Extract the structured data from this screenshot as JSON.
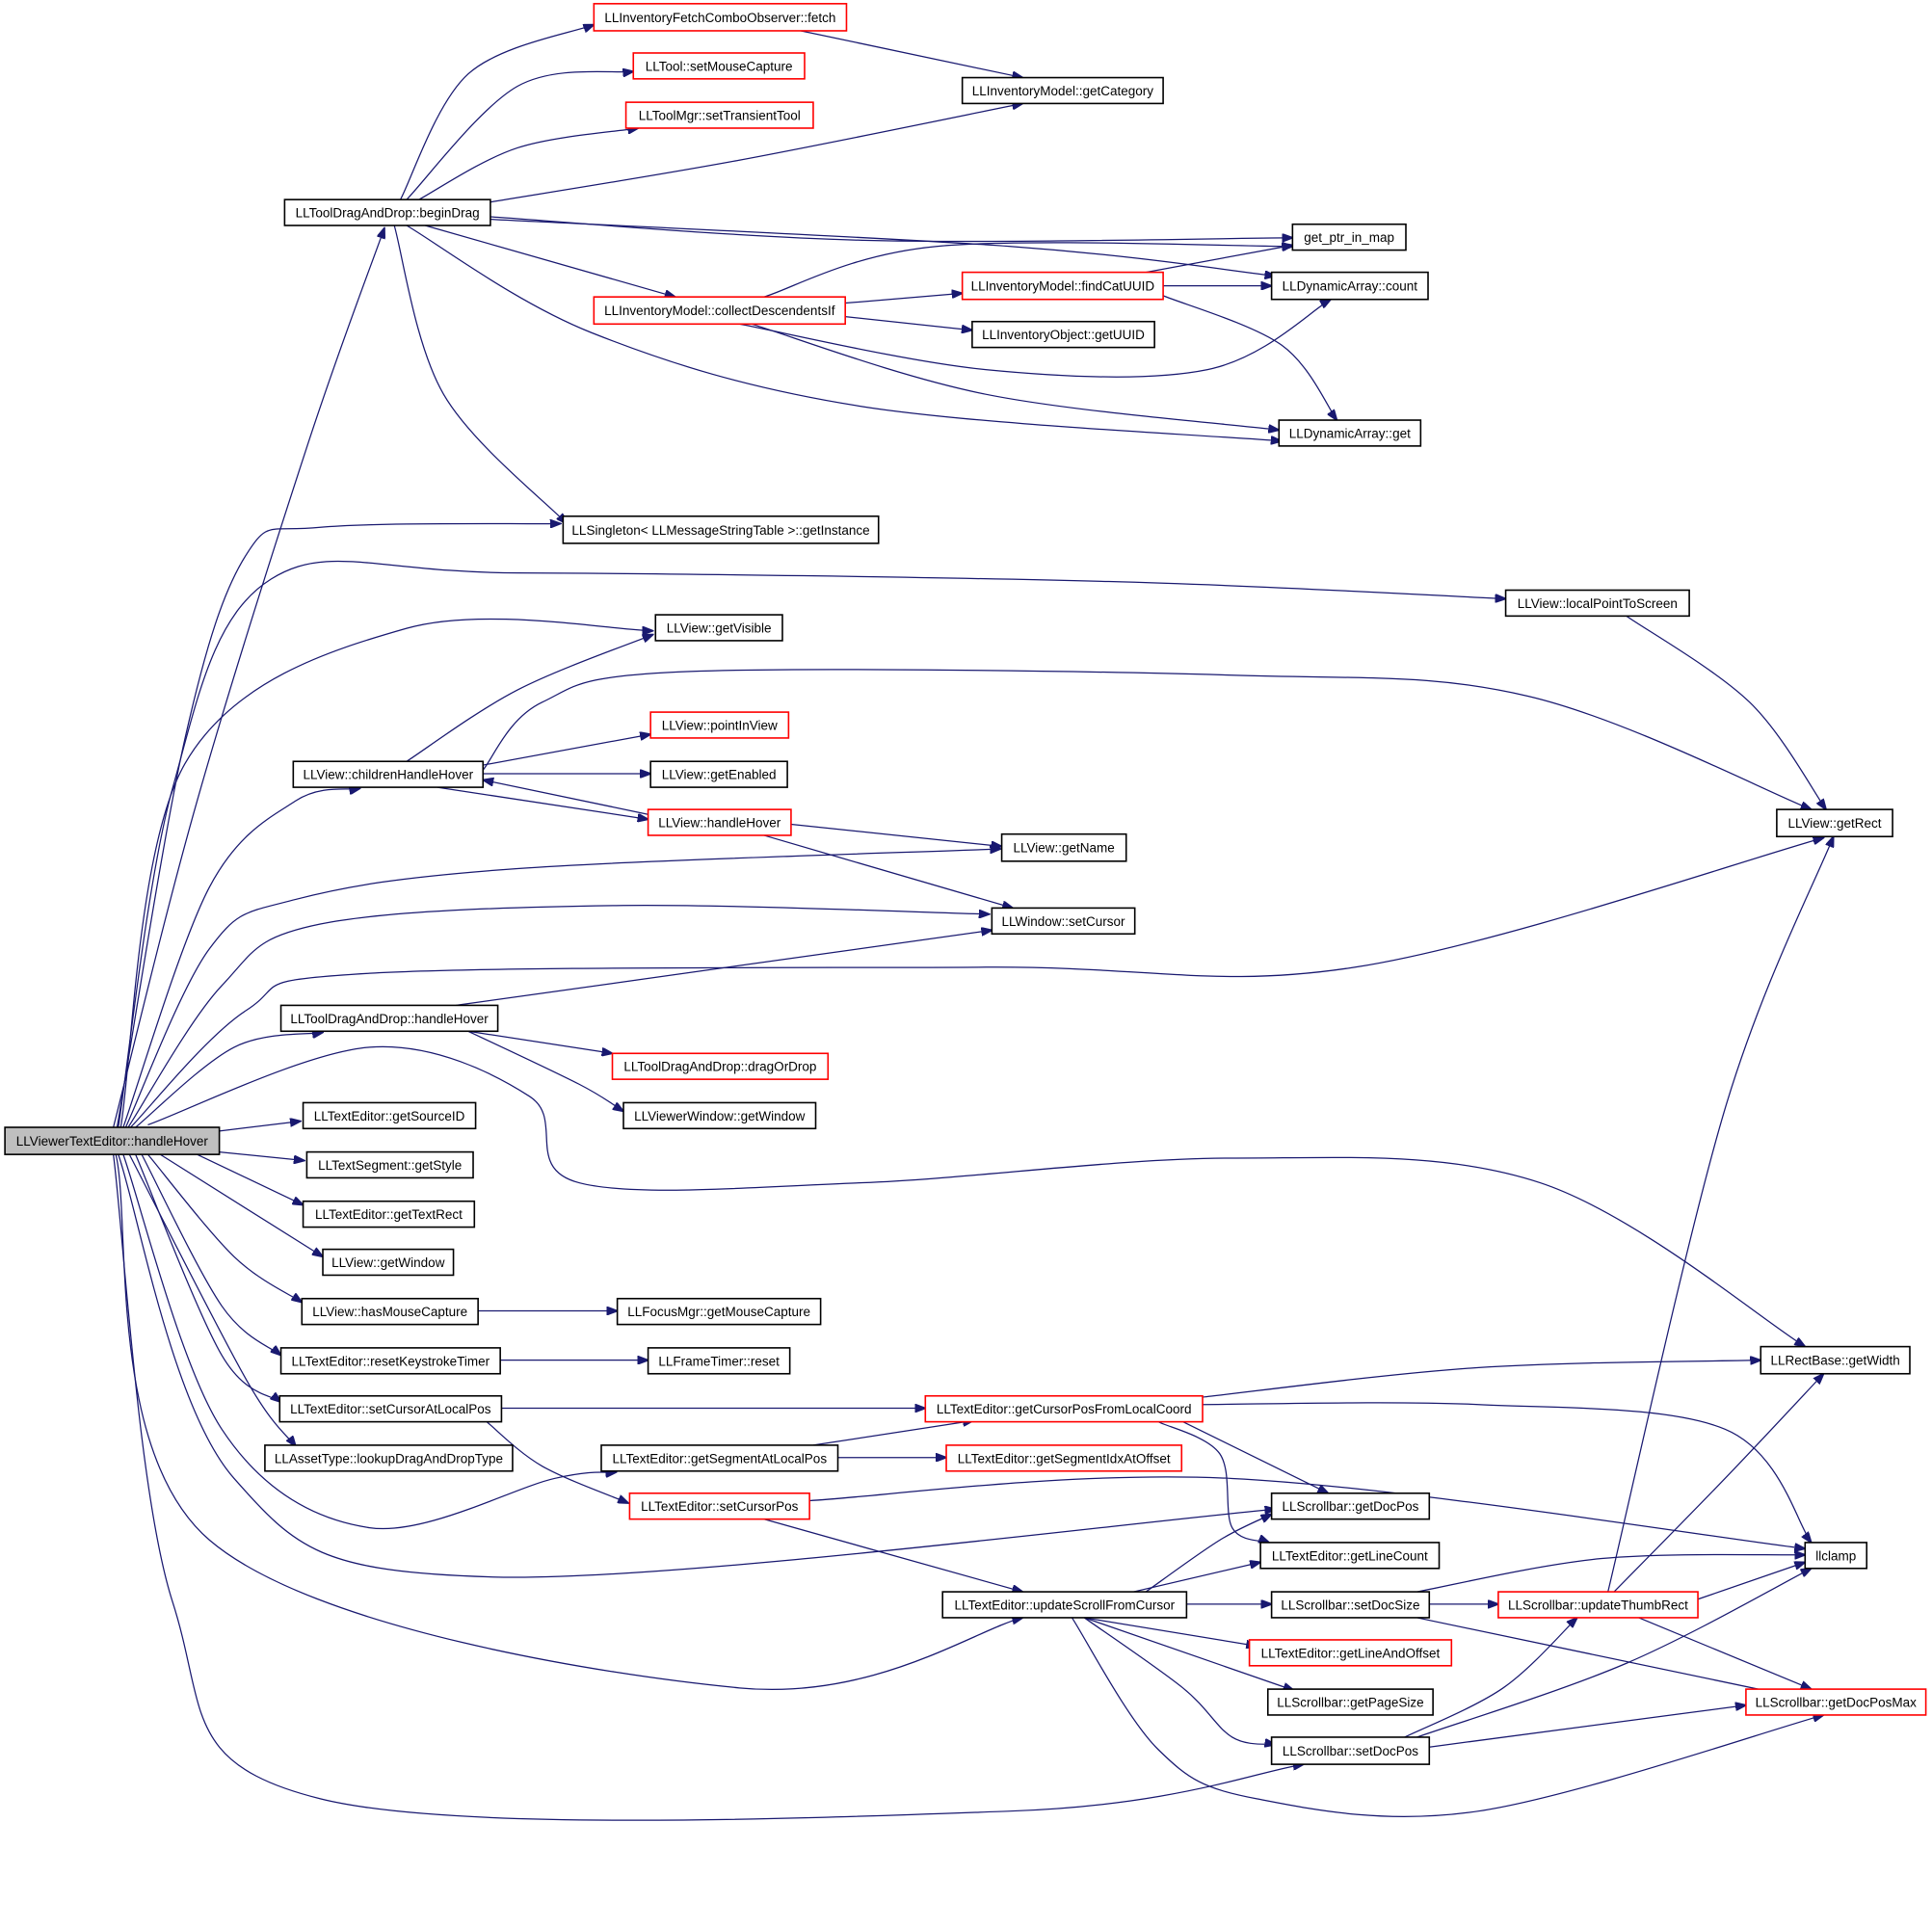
{
  "colors": {
    "edge": "#191970",
    "node_border": "#000000",
    "node_border_truncated": "#ff0000",
    "root_fill": "#bfbfbf",
    "node_fill": "#ffffff"
  },
  "nodes": {
    "root": {
      "label": "LLViewerTextEditor::handleHover",
      "style": "root"
    },
    "beginDrag": {
      "label": "LLToolDragAndDrop::beginDrag",
      "style": "normal"
    },
    "fetch": {
      "label": "LLInventoryFetchComboObserver::fetch",
      "style": "truncated"
    },
    "setMouseCapture": {
      "label": "LLTool::setMouseCapture",
      "style": "truncated"
    },
    "setTransientTool": {
      "label": "LLToolMgr::setTransientTool",
      "style": "truncated"
    },
    "getCategory": {
      "label": "LLInventoryModel::getCategory",
      "style": "normal"
    },
    "getPtrInMap": {
      "label": "get_ptr_in_map",
      "style": "normal"
    },
    "findCatUUID": {
      "label": "LLInventoryModel::findCatUUID",
      "style": "truncated"
    },
    "daCount": {
      "label": "LLDynamicArray::count",
      "style": "normal"
    },
    "collectDescendentsIf": {
      "label": "LLInventoryModel::collectDescendentsIf",
      "style": "truncated"
    },
    "getUUID": {
      "label": "LLInventoryObject::getUUID",
      "style": "normal"
    },
    "daGet": {
      "label": "LLDynamicArray::get",
      "style": "normal"
    },
    "getInstance": {
      "label": "LLSingleton< LLMessageStringTable >::getInstance",
      "style": "normal"
    },
    "localPointToScreen": {
      "label": "LLView::localPointToScreen",
      "style": "normal"
    },
    "getVisible": {
      "label": "LLView::getVisible",
      "style": "normal"
    },
    "pointInView": {
      "label": "LLView::pointInView",
      "style": "truncated"
    },
    "childrenHandleHover": {
      "label": "LLView::childrenHandleHover",
      "style": "normal"
    },
    "getEnabled": {
      "label": "LLView::getEnabled",
      "style": "normal"
    },
    "viewHandleHover": {
      "label": "LLView::handleHover",
      "style": "truncated"
    },
    "getRect": {
      "label": "LLView::getRect",
      "style": "normal"
    },
    "getName": {
      "label": "LLView::getName",
      "style": "normal"
    },
    "setCursor": {
      "label": "LLWindow::setCursor",
      "style": "normal"
    },
    "tdHandleHover": {
      "label": "LLToolDragAndDrop::handleHover",
      "style": "normal"
    },
    "dragOrDrop": {
      "label": "LLToolDragAndDrop::dragOrDrop",
      "style": "truncated"
    },
    "getSourceID": {
      "label": "LLTextEditor::getSourceID",
      "style": "normal"
    },
    "getWindowVW": {
      "label": "LLViewerWindow::getWindow",
      "style": "normal"
    },
    "getStyle": {
      "label": "LLTextSegment::getStyle",
      "style": "normal"
    },
    "getTextRect": {
      "label": "LLTextEditor::getTextRect",
      "style": "normal"
    },
    "viewGetWindow": {
      "label": "LLView::getWindow",
      "style": "normal"
    },
    "hasMouseCapture": {
      "label": "LLView::hasMouseCapture",
      "style": "normal"
    },
    "getMouseCapture": {
      "label": "LLFocusMgr::getMouseCapture",
      "style": "normal"
    },
    "resetKeystrokeTimer": {
      "label": "LLTextEditor::resetKeystrokeTimer",
      "style": "normal"
    },
    "frameTimerReset": {
      "label": "LLFrameTimer::reset",
      "style": "normal"
    },
    "getWidth": {
      "label": "LLRectBase::getWidth",
      "style": "normal"
    },
    "setCursorAtLocalPos": {
      "label": "LLTextEditor::setCursorAtLocalPos",
      "style": "normal"
    },
    "getCursorPosFromLocalCoord": {
      "label": "LLTextEditor::getCursorPosFromLocalCoord",
      "style": "truncated"
    },
    "lookupDragAndDropType": {
      "label": "LLAssetType::lookupDragAndDropType",
      "style": "normal"
    },
    "getSegmentAtLocalPos": {
      "label": "LLTextEditor::getSegmentAtLocalPos",
      "style": "normal"
    },
    "getSegmentIdxAtOffset": {
      "label": "LLTextEditor::getSegmentIdxAtOffset",
      "style": "truncated"
    },
    "setCursorPos": {
      "label": "LLTextEditor::setCursorPos",
      "style": "truncated"
    },
    "sbGetDocPos": {
      "label": "LLScrollbar::getDocPos",
      "style": "normal"
    },
    "getLineCount": {
      "label": "LLTextEditor::getLineCount",
      "style": "normal"
    },
    "llclamp": {
      "label": "llclamp",
      "style": "normal"
    },
    "updateScrollFromCursor": {
      "label": "LLTextEditor::updateScrollFromCursor",
      "style": "normal"
    },
    "setDocSize": {
      "label": "LLScrollbar::setDocSize",
      "style": "normal"
    },
    "updateThumbRect": {
      "label": "LLScrollbar::updateThumbRect",
      "style": "truncated"
    },
    "getLineAndOffset": {
      "label": "LLTextEditor::getLineAndOffset",
      "style": "truncated"
    },
    "getPageSize": {
      "label": "LLScrollbar::getPageSize",
      "style": "normal"
    },
    "getDocPosMax": {
      "label": "LLScrollbar::getDocPosMax",
      "style": "truncated"
    },
    "setDocPos": {
      "label": "LLScrollbar::setDocPos",
      "style": "normal"
    }
  },
  "edges": [
    [
      "root",
      "beginDrag"
    ],
    [
      "root",
      "getInstance"
    ],
    [
      "root",
      "localPointToScreen"
    ],
    [
      "root",
      "getVisible"
    ],
    [
      "root",
      "childrenHandleHover"
    ],
    [
      "root",
      "getName"
    ],
    [
      "root",
      "setCursor"
    ],
    [
      "root",
      "getRect"
    ],
    [
      "root",
      "tdHandleHover"
    ],
    [
      "root",
      "getWidth"
    ],
    [
      "root",
      "getSourceID"
    ],
    [
      "root",
      "getStyle"
    ],
    [
      "root",
      "getTextRect"
    ],
    [
      "root",
      "viewGetWindow"
    ],
    [
      "root",
      "hasMouseCapture"
    ],
    [
      "root",
      "resetKeystrokeTimer"
    ],
    [
      "root",
      "setCursorAtLocalPos"
    ],
    [
      "root",
      "lookupDragAndDropType"
    ],
    [
      "root",
      "getSegmentAtLocalPos"
    ],
    [
      "root",
      "sbGetDocPos"
    ],
    [
      "root",
      "updateScrollFromCursor"
    ],
    [
      "root",
      "setDocPos"
    ],
    [
      "beginDrag",
      "fetch"
    ],
    [
      "beginDrag",
      "setMouseCapture"
    ],
    [
      "beginDrag",
      "setTransientTool"
    ],
    [
      "beginDrag",
      "getCategory"
    ],
    [
      "beginDrag",
      "getPtrInMap"
    ],
    [
      "beginDrag",
      "daCount"
    ],
    [
      "beginDrag",
      "collectDescendentsIf"
    ],
    [
      "beginDrag",
      "daGet"
    ],
    [
      "beginDrag",
      "getInstance"
    ],
    [
      "fetch",
      "getCategory"
    ],
    [
      "collectDescendentsIf",
      "getPtrInMap"
    ],
    [
      "collectDescendentsIf",
      "findCatUUID"
    ],
    [
      "collectDescendentsIf",
      "daCount"
    ],
    [
      "collectDescendentsIf",
      "getUUID"
    ],
    [
      "collectDescendentsIf",
      "daGet"
    ],
    [
      "findCatUUID",
      "getPtrInMap"
    ],
    [
      "findCatUUID",
      "daCount"
    ],
    [
      "findCatUUID",
      "daGet"
    ],
    [
      "childrenHandleHover",
      "getVisible"
    ],
    [
      "childrenHandleHover",
      "getRect"
    ],
    [
      "childrenHandleHover",
      "pointInView"
    ],
    [
      "childrenHandleHover",
      "getEnabled"
    ],
    [
      "childrenHandleHover",
      "viewHandleHover"
    ],
    [
      "viewHandleHover",
      "childrenHandleHover"
    ],
    [
      "viewHandleHover",
      "getName"
    ],
    [
      "viewHandleHover",
      "setCursor"
    ],
    [
      "localPointToScreen",
      "getRect"
    ],
    [
      "tdHandleHover",
      "setCursor"
    ],
    [
      "tdHandleHover",
      "dragOrDrop"
    ],
    [
      "tdHandleHover",
      "getWindowVW"
    ],
    [
      "hasMouseCapture",
      "getMouseCapture"
    ],
    [
      "resetKeystrokeTimer",
      "frameTimerReset"
    ],
    [
      "setCursorAtLocalPos",
      "getCursorPosFromLocalCoord"
    ],
    [
      "setCursorAtLocalPos",
      "setCursorPos"
    ],
    [
      "getCursorPosFromLocalCoord",
      "getWidth"
    ],
    [
      "getCursorPosFromLocalCoord",
      "llclamp"
    ],
    [
      "getCursorPosFromLocalCoord",
      "sbGetDocPos"
    ],
    [
      "getCursorPosFromLocalCoord",
      "getLineCount"
    ],
    [
      "getSegmentAtLocalPos",
      "getCursorPosFromLocalCoord"
    ],
    [
      "getSegmentAtLocalPos",
      "getSegmentIdxAtOffset"
    ],
    [
      "setCursorPos",
      "llclamp"
    ],
    [
      "setCursorPos",
      "updateScrollFromCursor"
    ],
    [
      "updateScrollFromCursor",
      "sbGetDocPos"
    ],
    [
      "updateScrollFromCursor",
      "getLineCount"
    ],
    [
      "updateScrollFromCursor",
      "setDocSize"
    ],
    [
      "updateScrollFromCursor",
      "getLineAndOffset"
    ],
    [
      "updateScrollFromCursor",
      "getPageSize"
    ],
    [
      "updateScrollFromCursor",
      "setDocPos"
    ],
    [
      "updateScrollFromCursor",
      "getDocPosMax"
    ],
    [
      "setDocSize",
      "updateThumbRect"
    ],
    [
      "setDocSize",
      "llclamp"
    ],
    [
      "setDocSize",
      "getDocPosMax"
    ],
    [
      "updateThumbRect",
      "getRect"
    ],
    [
      "updateThumbRect",
      "getWidth"
    ],
    [
      "updateThumbRect",
      "llclamp"
    ],
    [
      "updateThumbRect",
      "getDocPosMax"
    ],
    [
      "setDocPos",
      "llclamp"
    ],
    [
      "setDocPos",
      "getDocPosMax"
    ],
    [
      "setDocPos",
      "updateThumbRect"
    ]
  ]
}
